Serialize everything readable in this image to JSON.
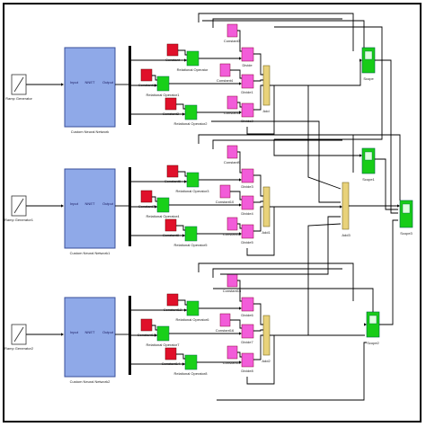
{
  "rows": [
    {
      "ramp_label": "Ramp Generator",
      "nn_title": "NNET",
      "nn_input": "Input",
      "nn_output": "Output",
      "nn_label": "Custom Neural Network",
      "constants": [
        "Constant",
        "Constant1",
        "Constant2"
      ],
      "relops": [
        "Relational Operator",
        "Relational Operator1",
        "Relational Operator2"
      ],
      "divides": [
        "Divide",
        "Divide1",
        "Divide2"
      ],
      "pink_constants": [
        "Constant3",
        "Constant4",
        "Constant5"
      ],
      "add_label": "Add",
      "scope_label": "Scope"
    },
    {
      "ramp_label": "Ramp Generator1",
      "nn_title": "NNET",
      "nn_input": "Input",
      "nn_output": "Output",
      "nn_label": "Custom Neural Network1",
      "constants": [
        "Constant6",
        "Constant7",
        "Constant8"
      ],
      "relops": [
        "Relational Operator3",
        "Relational Operator4",
        "Relational Operator5"
      ],
      "divides": [
        "Divide3",
        "Divide4",
        "Divide5"
      ],
      "pink_constants": [
        "Constant9",
        "Constant10",
        "Constant11"
      ],
      "add_label": "Add1",
      "scope_label": "Scope1"
    },
    {
      "ramp_label": "Ramp Generator2",
      "nn_title": "NNET",
      "nn_input": "Input",
      "nn_output": "Output",
      "nn_label": "Custom Neural Network2",
      "constants": [
        "Constant12",
        "Constant13",
        "Constant14"
      ],
      "relops": [
        "Relational Operator6",
        "Relational Operator7",
        "Relational Operator8"
      ],
      "divides": [
        "Divide6",
        "Divide7",
        "Divide8"
      ],
      "pink_constants": [
        "Constant15",
        "Constant16",
        "Constant17"
      ],
      "add_label": "Add2",
      "scope_label": "Scope2"
    }
  ],
  "extra": {
    "add_label": "Add3",
    "scope_label": "Scope3"
  },
  "colors": {
    "nn_fill": "#8fa9e8",
    "constant_red": "#e0102a",
    "relop_green": "#19d019",
    "divide_magenta": "#f25cd9",
    "add_yellow": "#e8d27a",
    "scope_green": "#18cc18",
    "ramp_bg": "#ffffff",
    "line": "#000000"
  }
}
